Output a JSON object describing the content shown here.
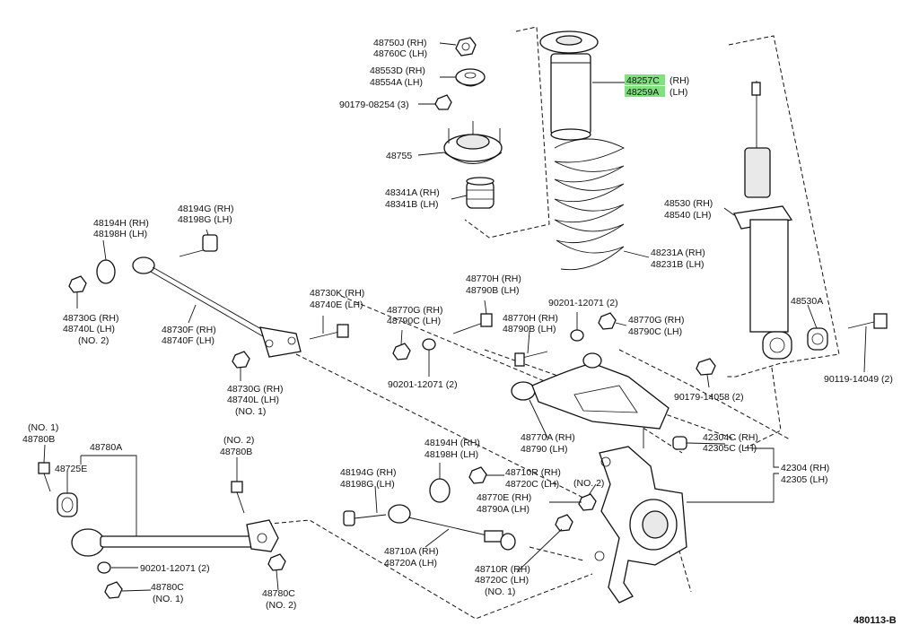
{
  "diagram_ref": "480113-B",
  "highlight_color": "#7fe27f",
  "parts": {
    "p48750J": {
      "line1": "48750J (RH)",
      "line2": "48760C (LH)"
    },
    "p48553D": {
      "line1": "48553D (RH)",
      "line2": "48554A (LH)"
    },
    "p90179_08254": {
      "line1": "90179-08254 (3)"
    },
    "p48755": {
      "line1": "48755"
    },
    "p48341A": {
      "line1": "48341A (RH)",
      "line2": "48341B (LH)"
    },
    "p48257C": {
      "code1": "48257C",
      "side1": "(RH)",
      "code2": "48259A",
      "side2": "(LH)"
    },
    "p48530": {
      "line1": "48530 (RH)",
      "line2": "48540 (LH)"
    },
    "p48231A": {
      "line1": "48231A (RH)",
      "line2": "48231B (LH)"
    },
    "p48530A": {
      "line1": "48530A"
    },
    "p90119_14049": {
      "line1": "90119-14049 (2)"
    },
    "p90179_14058": {
      "line1": "90179-14058 (2)"
    },
    "p48194H_top": {
      "line1": "48194H (RH)",
      "line2": "48198H (LH)"
    },
    "p48194G_top": {
      "line1": "48194G (RH)",
      "line2": "48198G (LH)"
    },
    "p48730G_left": {
      "line1": "48730G (RH)",
      "line2": "48740L (LH)",
      "line3": "(NO. 2)"
    },
    "p48730F": {
      "line1": "48730F (RH)",
      "line2": "48740F (LH)"
    },
    "p48730K": {
      "line1": "48730K (RH)",
      "line2": "48740E (LH)"
    },
    "p48730G_mid": {
      "line1": "48730G (RH)",
      "line2": "48740L (LH)",
      "line3": "(NO. 1)"
    },
    "p48770H_top": {
      "line1": "48770H (RH)",
      "line2": "48790B (LH)"
    },
    "p48770G_left": {
      "line1": "48770G (RH)",
      "line2": "48790C (LH)"
    },
    "p90201_12071_top": {
      "line1": "90201-12071 (2)"
    },
    "p48770H_mid": {
      "line1": "48770H (RH)",
      "line2": "48790B (LH)"
    },
    "p48770G_right": {
      "line1": "48770G (RH)",
      "line2": "48790C (LH)"
    },
    "p90201_12071_mid": {
      "line1": "90201-12071 (2)"
    },
    "p48770A": {
      "line1": "48770A (RH)",
      "line2": "48790 (LH)"
    },
    "p42304C": {
      "line1": "42304C (RH)",
      "line2": "42305C (LH)"
    },
    "p42304": {
      "line1": "42304 (RH)",
      "line2": "42305 (LH)"
    },
    "p48780B_no1": {
      "line1": "(NO. 1)",
      "line2": "48780B"
    },
    "p48780A": {
      "line1": "48780A"
    },
    "p48725E": {
      "line1": "48725E"
    },
    "p48780B_no2": {
      "line1": "(NO. 2)",
      "line2": "48780B"
    },
    "p48194H_bot": {
      "line1": "48194H (RH)",
      "line2": "48198H (LH)"
    },
    "p48194G_bot": {
      "line1": "48194G (RH)",
      "line2": "48198G (LH)"
    },
    "p48710R_top": {
      "line1": "48710R (RH)",
      "line2": "48720C (LH)"
    },
    "p48770E": {
      "line1": "48770E (RH)",
      "line2": "48790A (LH)"
    },
    "p_no2_small": {
      "line1": "(NO. 2)"
    },
    "p48710A": {
      "line1": "48710A (RH)",
      "line2": "48720A (LH)"
    },
    "p48710R_bot": {
      "line1": "48710R (RH)",
      "line2": "48720C (LH)",
      "line3": "(NO. 1)"
    },
    "p90201_12071_bot": {
      "line1": "90201-12071 (2)"
    },
    "p48780C_no1": {
      "line1": "48780C",
      "line2": "(NO. 1)"
    },
    "p48780C_no2": {
      "line1": "48780C",
      "line2": "(NO. 2)"
    }
  }
}
